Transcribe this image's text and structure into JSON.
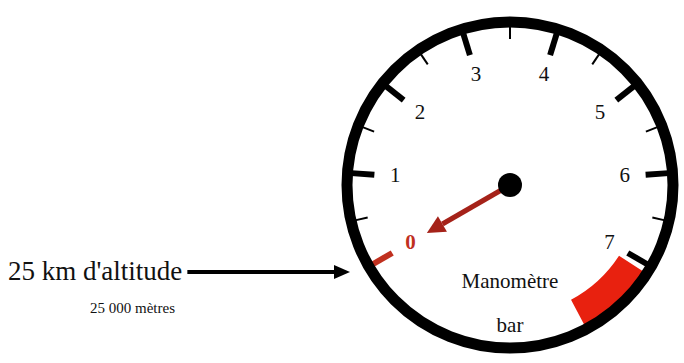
{
  "diagram": {
    "labels": [
      "25 km d'altitude",
      "25 000 mètres",
      "0",
      "1",
      "2",
      "3",
      "4",
      "5",
      "6",
      "7",
      "Manomètre",
      "bar"
    ]
  }
}
